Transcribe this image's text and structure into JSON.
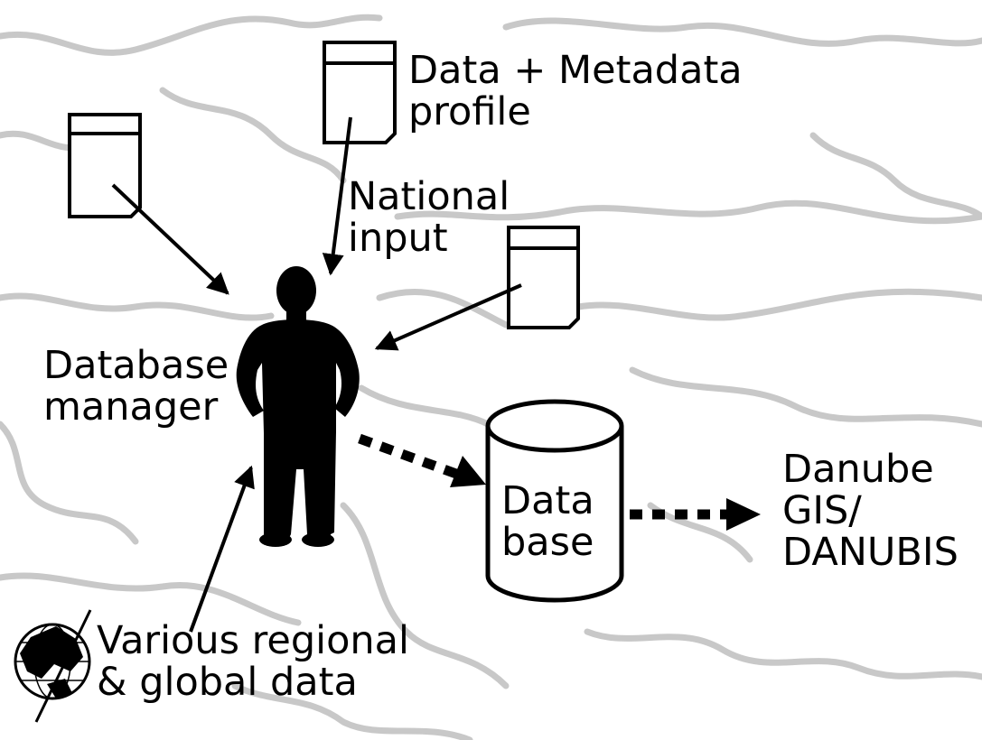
{
  "colors": {
    "background": "#ffffff",
    "map_lines": "#c8c8c8",
    "ink": "#000000"
  },
  "labels": {
    "data_metadata_line1": "Data + Metadata",
    "data_metadata_line2": "profile",
    "national_line1": "National",
    "national_line2": "input",
    "manager_line1": "Database",
    "manager_line2": "manager",
    "database_line1": "Data",
    "database_line2": "base",
    "danube_line1": "Danube",
    "danube_line2": "GIS/",
    "danube_line3": "DANUBIS",
    "regional_line1": "Various regional",
    "regional_line2": "& global data"
  },
  "icons": {
    "documents": "document-icon",
    "person": "person-silhouette-icon",
    "database": "database-cylinder-icon",
    "globe": "globe-icon"
  }
}
